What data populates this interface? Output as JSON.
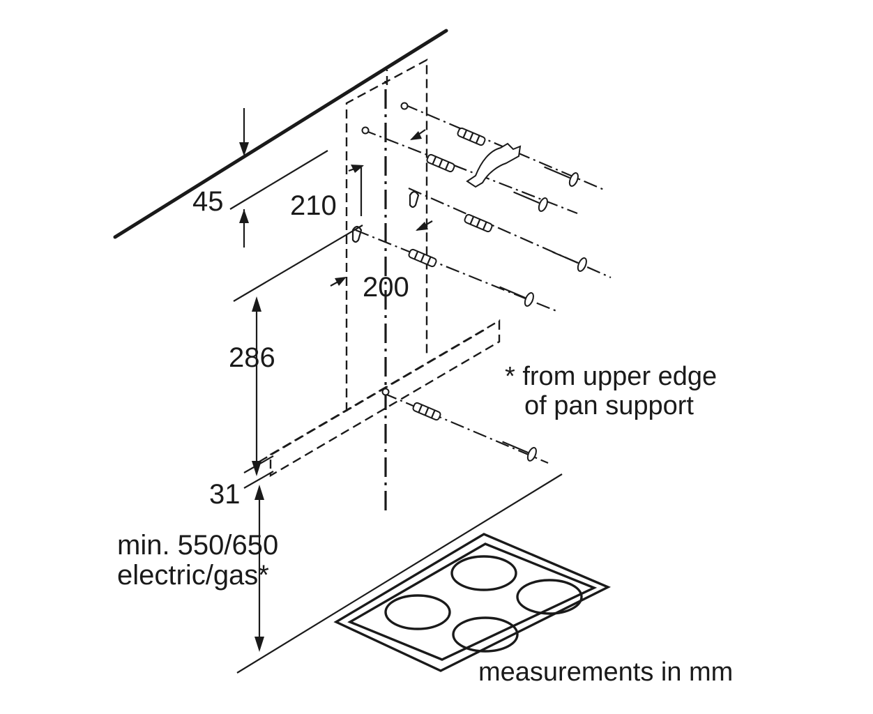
{
  "dimensions": {
    "ceiling_offset": "45",
    "hole_spacing_upper": "210",
    "hole_spacing_lower": "200",
    "bracket_height": "286",
    "hood_edge": "31",
    "clearance_line1": "min. 550/650",
    "clearance_line2": "electric/gas*"
  },
  "notes": {
    "footnote_line1": "* from upper edge",
    "footnote_line2": "of pan support",
    "units": "measurements in mm"
  }
}
